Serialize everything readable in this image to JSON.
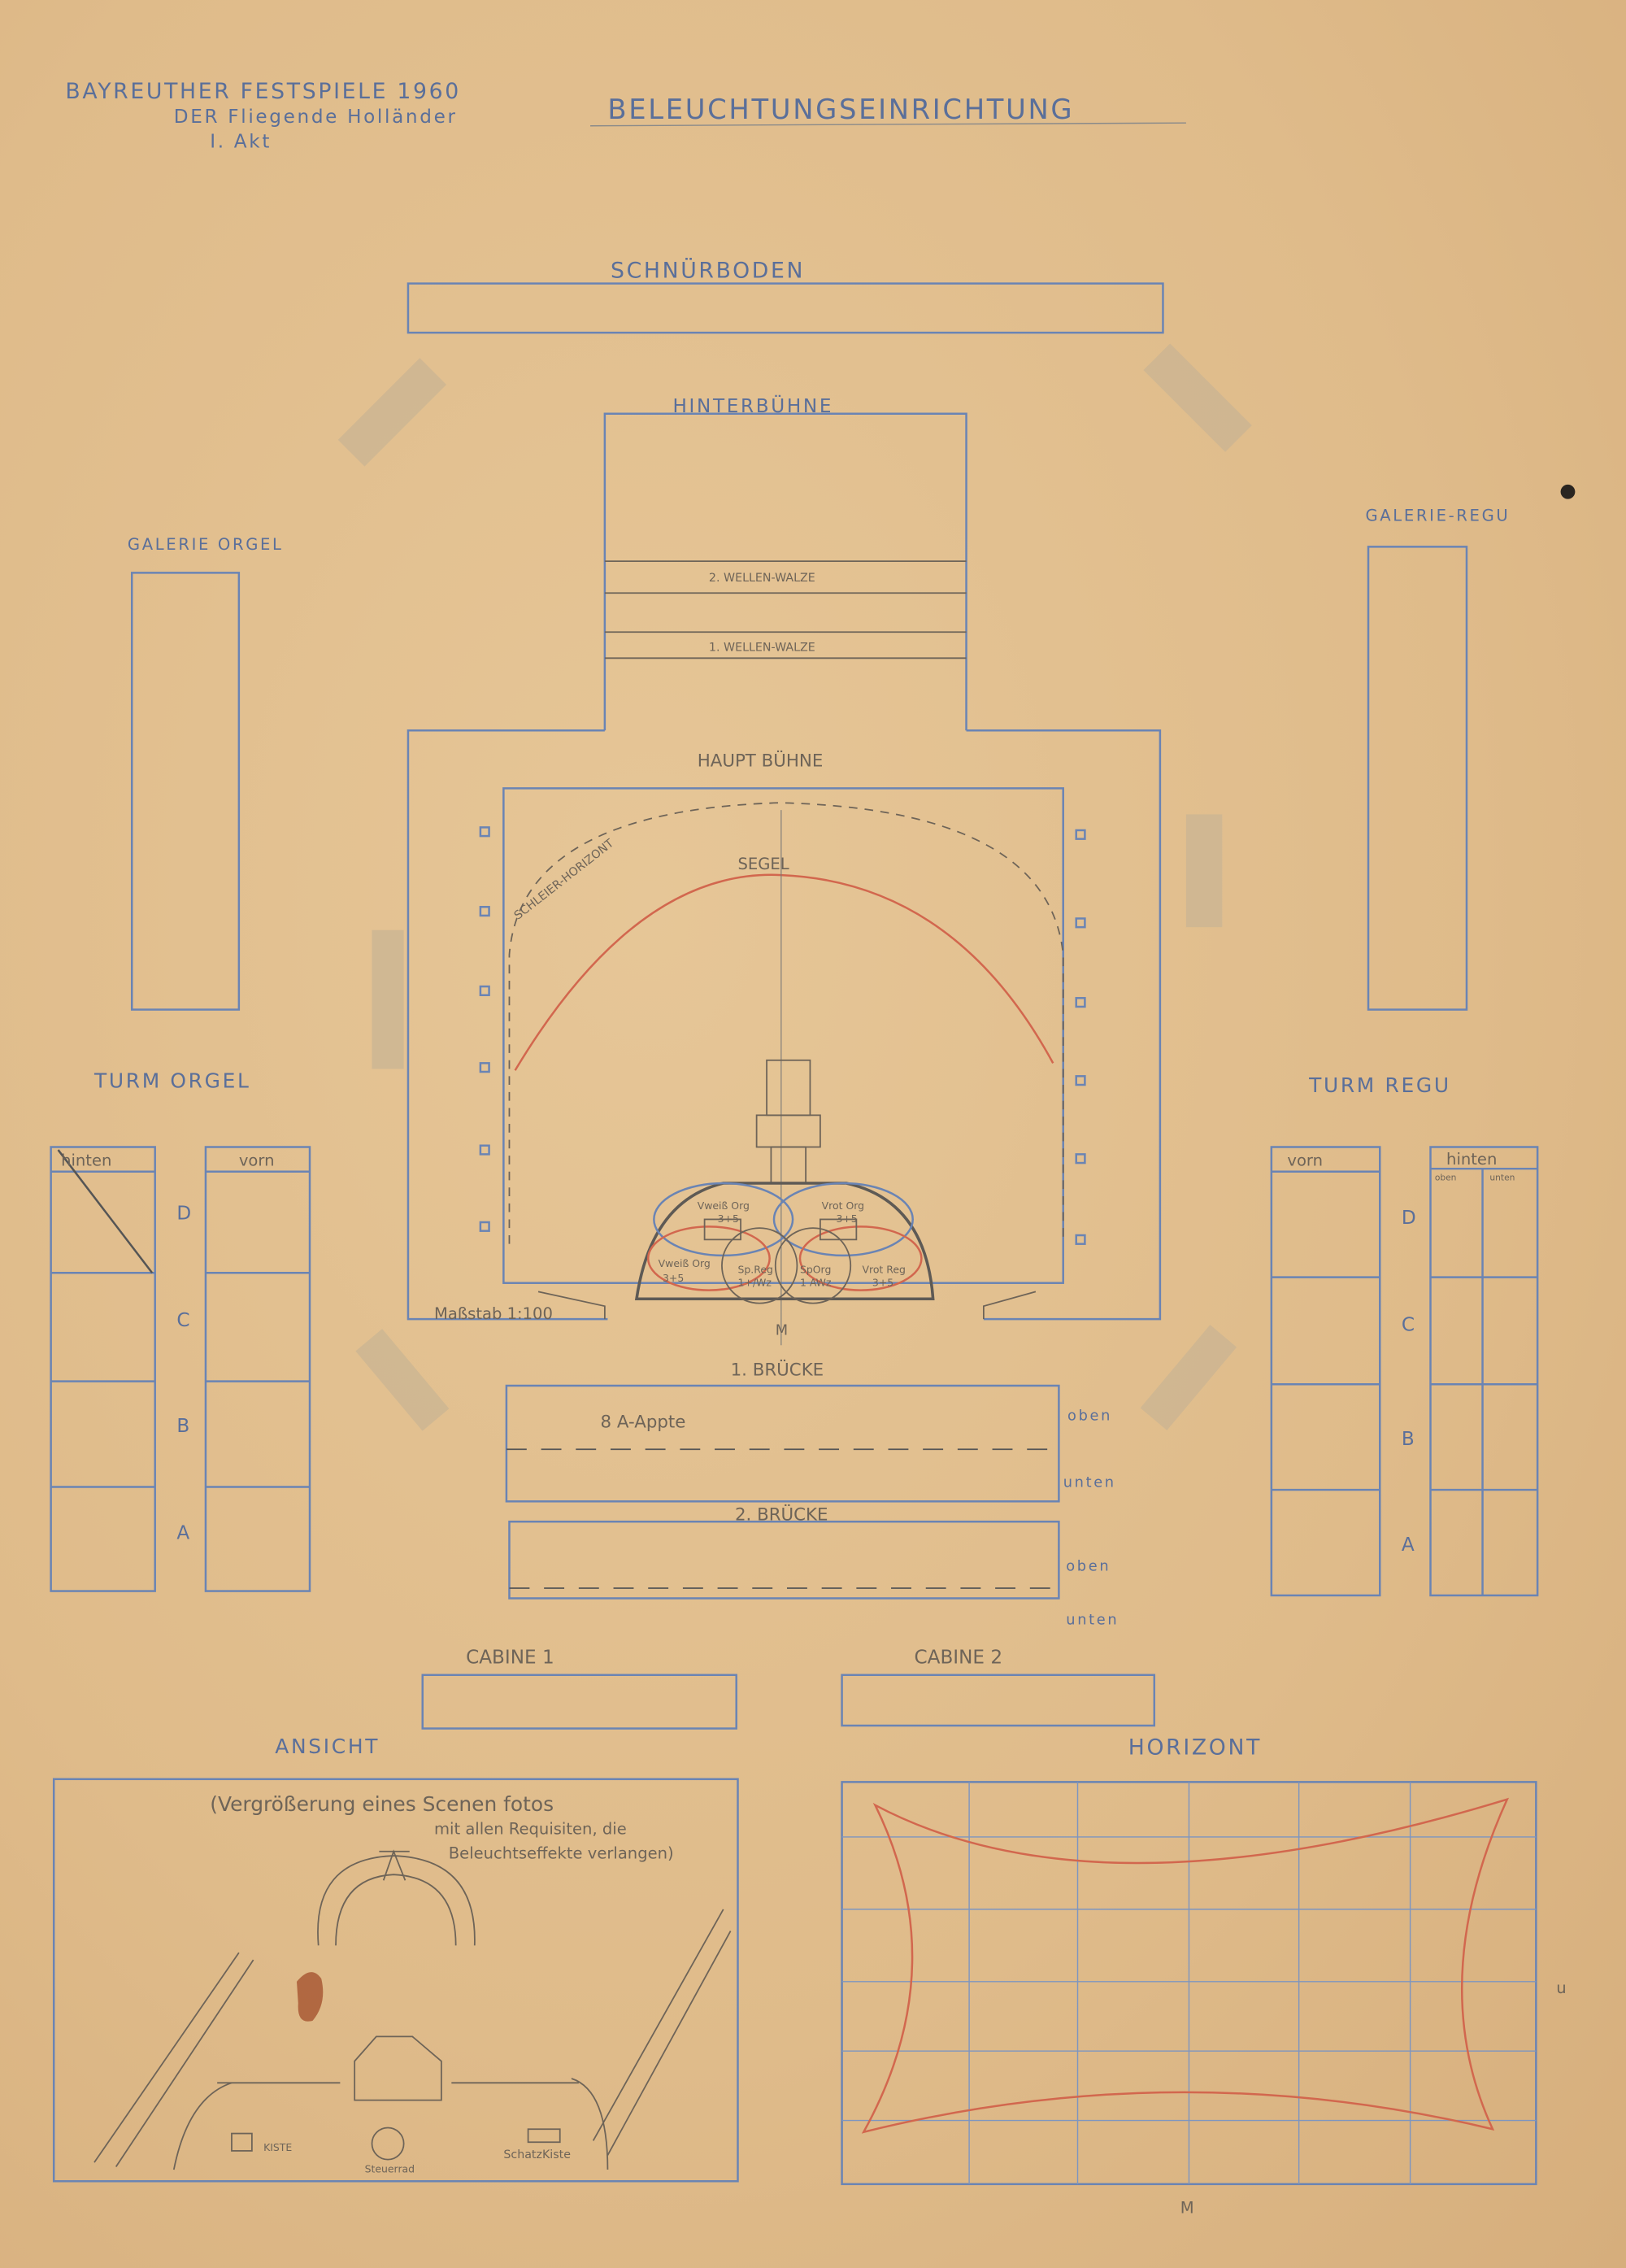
{
  "header": {
    "festival": "BAYREUTHER FESTSPIELE 1960",
    "opera": "DER Fliegende Holländer",
    "act": "I. Akt",
    "title": "BELEUCHTUNGSEINRICHTUNG"
  },
  "stage": {
    "schnuerboden": "SCHNÜRBODEN",
    "hinterbuehne": "HINTERBÜHNE",
    "walze2": "2. WELLEN-WALZE",
    "walze1": "1. WELLEN-WALZE",
    "hauptbuehne": "HAUPT BÜHNE",
    "schleier": "SCHLEIER-HORIZONT",
    "segel": "SEGEL",
    "scale": "Maßstab 1:100",
    "center_mark": "M",
    "lights": [
      {
        "name": "Vweiß Org",
        "value": "3+5"
      },
      {
        "name": "Vrot Org",
        "value": "3+5"
      },
      {
        "name": "Vweiß Org",
        "value": "3+5"
      },
      {
        "name": "Sp.Reg",
        "value": "1+/Wz"
      },
      {
        "name": "SpOrg",
        "value": "1 AWz"
      },
      {
        "name": "Vrot Reg",
        "value": "3+5"
      }
    ]
  },
  "galleries": {
    "left": "GALERIE ORGEL",
    "right": "GALERIE-REGU"
  },
  "towers": {
    "left": {
      "title": "TURM ORGEL",
      "col1": "hinten",
      "col2": "vorn"
    },
    "right": {
      "title": "TURM REGU",
      "col1": "vorn",
      "col2": "hinten",
      "sub1": "oben",
      "sub2": "unten"
    },
    "levels": [
      "D",
      "C",
      "B",
      "A"
    ]
  },
  "bridges": {
    "b1": "1. BRÜCKE",
    "b1_note": "8 A-Appte",
    "b2": "2. BRÜCKE",
    "top": "oben",
    "bottom": "unten"
  },
  "cabins": {
    "c1": "CABINE 1",
    "c2": "CABINE 2"
  },
  "ansicht": {
    "title": "ANSICHT",
    "note1": "(Vergrößerung eines Scenen fotos",
    "note2": "mit allen Requisiten, die",
    "note3": "Beleuchtseffekte verlangen)",
    "props": [
      "KISTE",
      "Steuerrad",
      "SchatzKiste"
    ]
  },
  "horizont": {
    "title": "HORIZONT",
    "side_mark": "u",
    "bottom_mark": "M"
  }
}
